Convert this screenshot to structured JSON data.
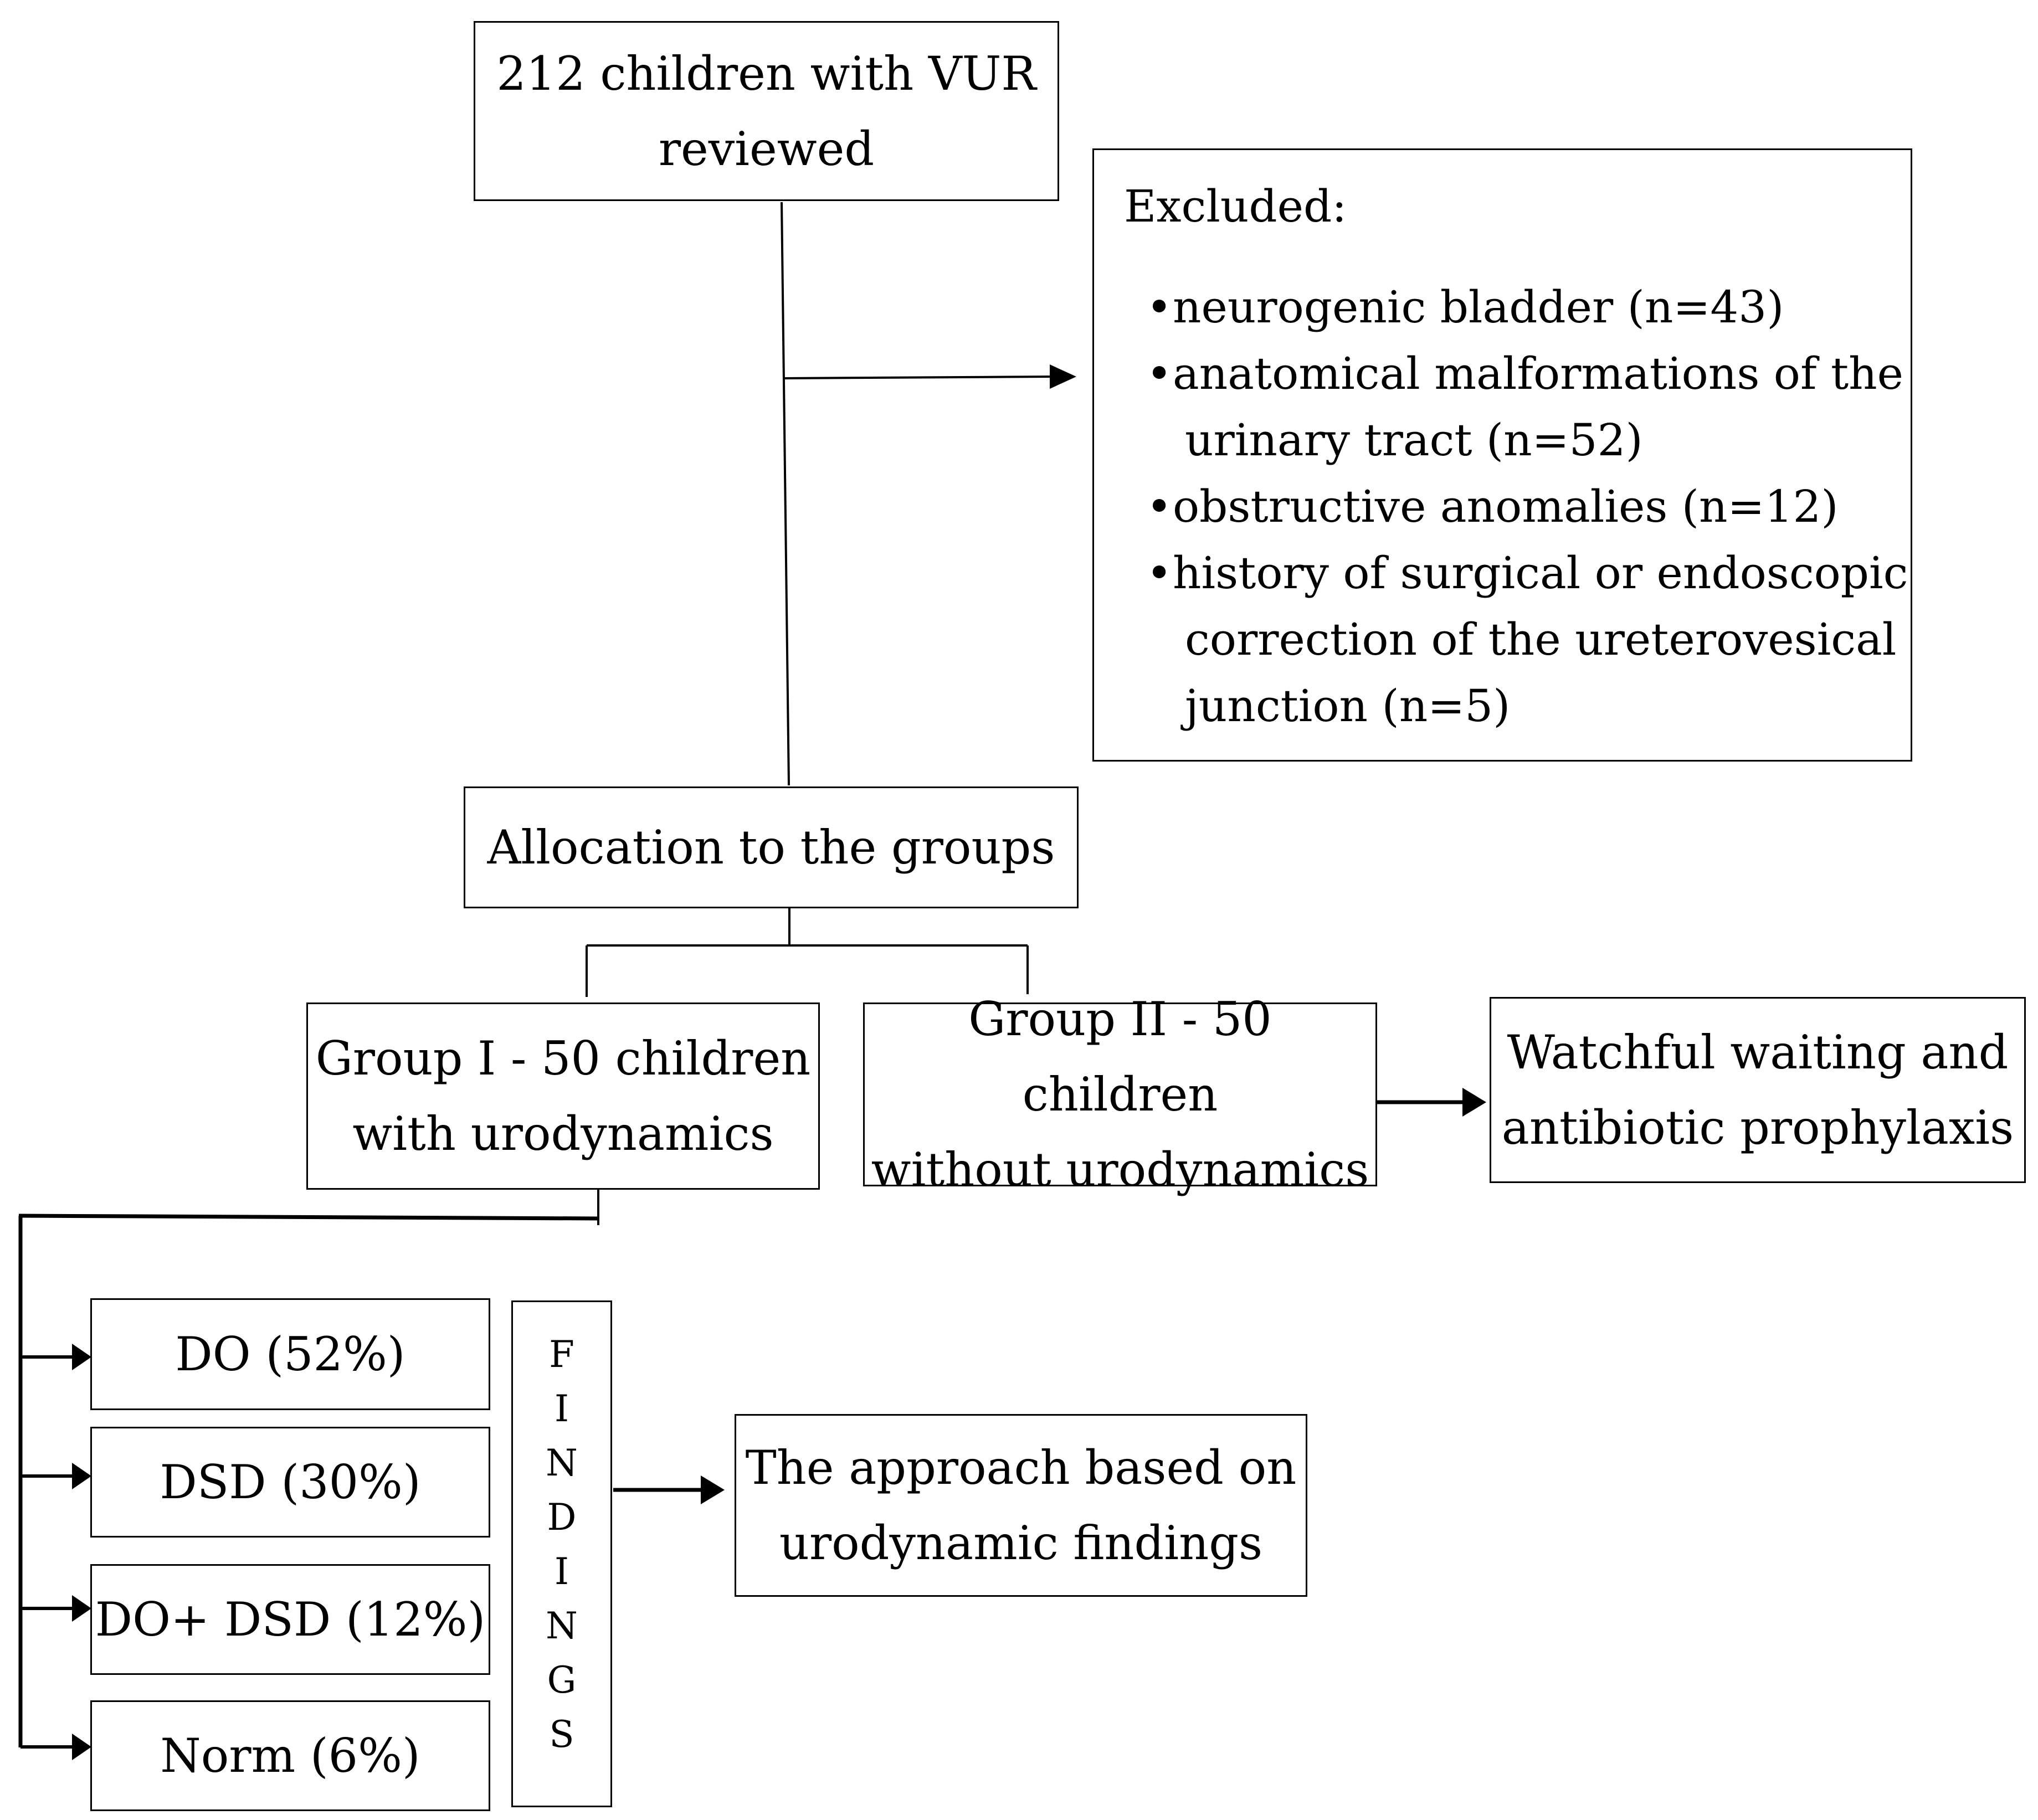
{
  "nodes": {
    "reviewed": {
      "lines": [
        "212 children with VUR",
        "reviewed"
      ]
    },
    "excluded": {
      "title": "Excluded:",
      "items": [
        "neurogenic bladder (n=43)",
        "anatomical malformations of the urinary tract (n=52)",
        "obstructive anomalies (n=12)",
        "history of surgical or endoscopic correction of the ureterovesical junction (n=5)"
      ]
    },
    "allocation": {
      "lines": [
        "Allocation to the groups"
      ]
    },
    "group1": {
      "lines": [
        "Group I - 50 children",
        "with urodynamics"
      ]
    },
    "group2": {
      "lines": [
        "Group II - 50 children",
        "without urodynamics"
      ]
    },
    "watchful": {
      "lines": [
        "Watchful waiting and",
        "antibiotic prophylaxis"
      ]
    },
    "findings_results": [
      "DO (52%)",
      "DSD (30%)",
      "DO+ DSD (12%)",
      "Norm (6%)"
    ],
    "findings_label": [
      "F",
      "I",
      "N",
      "D",
      "I",
      "N",
      "G",
      "S"
    ],
    "approach": {
      "lines": [
        "The approach based on",
        "urodynamic findings"
      ]
    }
  },
  "bullet_glyph": "•"
}
